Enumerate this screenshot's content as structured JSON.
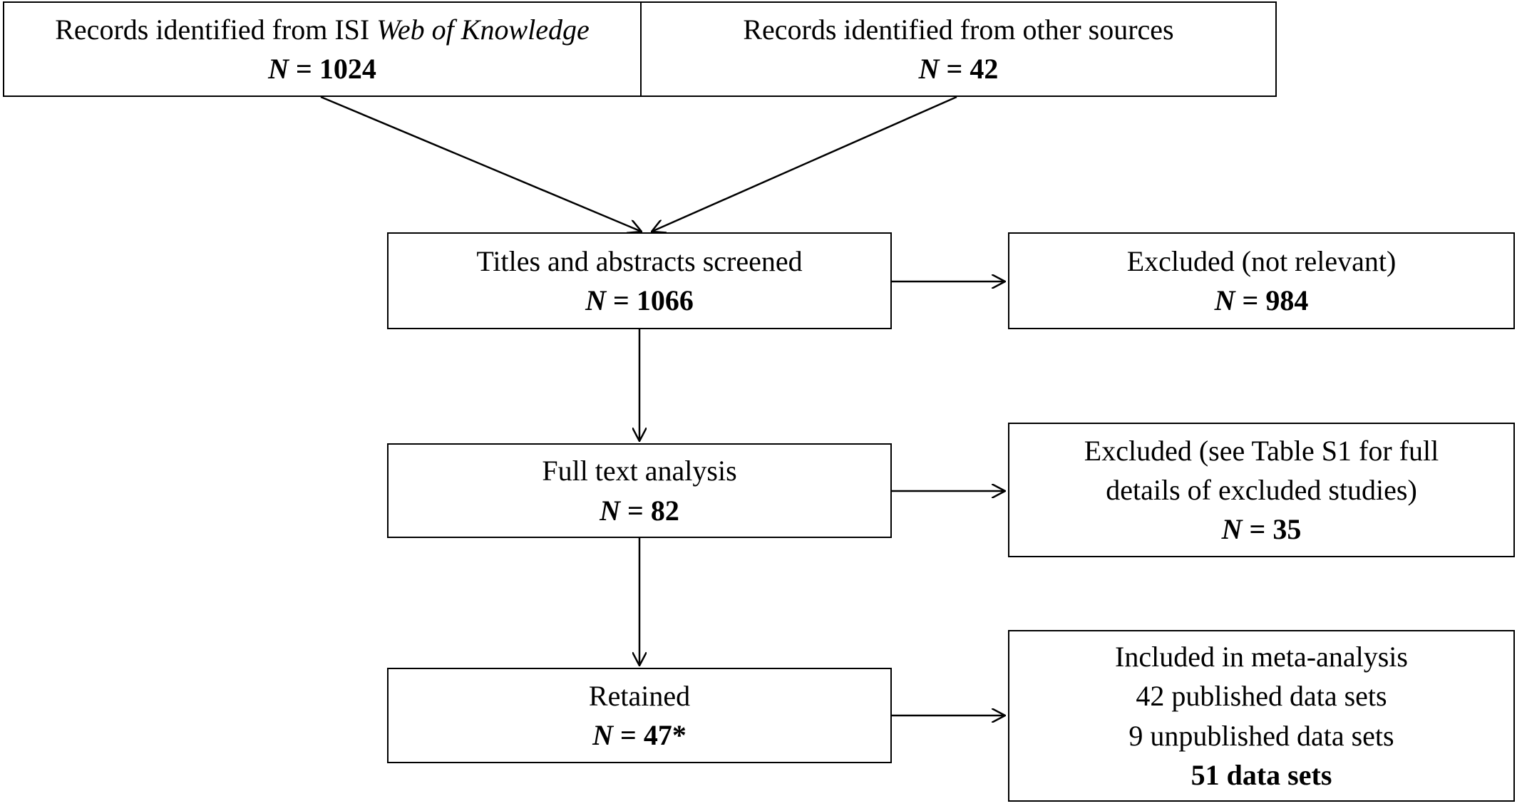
{
  "diagram": {
    "colors": {
      "stroke": "#000000",
      "background": "#ffffff",
      "text": "#000000"
    },
    "n_label": "N",
    "nodes": {
      "isi": {
        "text_prefix": "Records identified  from ISI ",
        "text_italic": "Web of Knowledge",
        "count": "= 1024"
      },
      "other": {
        "text": "Records identified  from other sources",
        "count": "= 42"
      },
      "screened": {
        "text": "Titles  and abstracts screened",
        "count": "= 1066"
      },
      "excluded_relevance": {
        "text": "Excluded (not relevant)",
        "count": "= 984"
      },
      "fulltext": {
        "text": "Full text analysis",
        "count": "= 82"
      },
      "excluded_fulltext": {
        "lines": [
          "Excluded (see Table S1 for full",
          "details  of excluded studies)"
        ],
        "count": "= 35"
      },
      "retained": {
        "text": "Retained",
        "count": "= 47*"
      },
      "included": {
        "lines": [
          "Included in meta-analysis",
          "42 published data sets",
          "9 unpublished data sets"
        ],
        "total": "51 data sets"
      }
    },
    "edges": [
      {
        "from": "isi",
        "to": "screened"
      },
      {
        "from": "other",
        "to": "screened"
      },
      {
        "from": "screened",
        "to": "excluded_relevance"
      },
      {
        "from": "screened",
        "to": "fulltext"
      },
      {
        "from": "fulltext",
        "to": "excluded_fulltext"
      },
      {
        "from": "fulltext",
        "to": "retained"
      },
      {
        "from": "retained",
        "to": "included"
      }
    ]
  }
}
